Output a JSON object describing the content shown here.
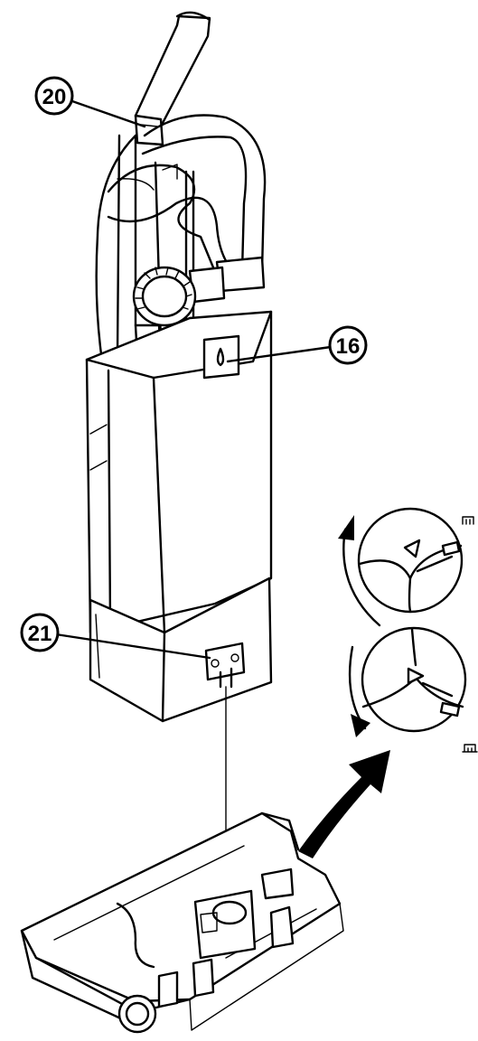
{
  "callouts": [
    {
      "id": "20",
      "label": "20"
    },
    {
      "id": "16",
      "label": "16"
    },
    {
      "id": "21",
      "label": "21"
    }
  ],
  "icons": {
    "lock_top": "padlock-closed-icon",
    "lock_bottom": "padlock-open-icon"
  },
  "colors": {
    "line": "#000000",
    "background": "#ffffff"
  }
}
